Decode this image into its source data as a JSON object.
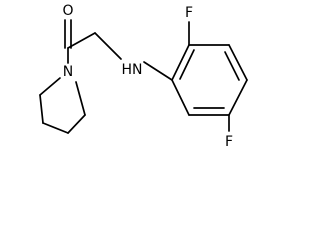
{
  "molecule": {
    "atoms": {
      "oxygen": "O",
      "nitrogen_ring": "N",
      "amine": "HN",
      "fluorine_top": "F",
      "fluorine_bottom": "F"
    }
  }
}
